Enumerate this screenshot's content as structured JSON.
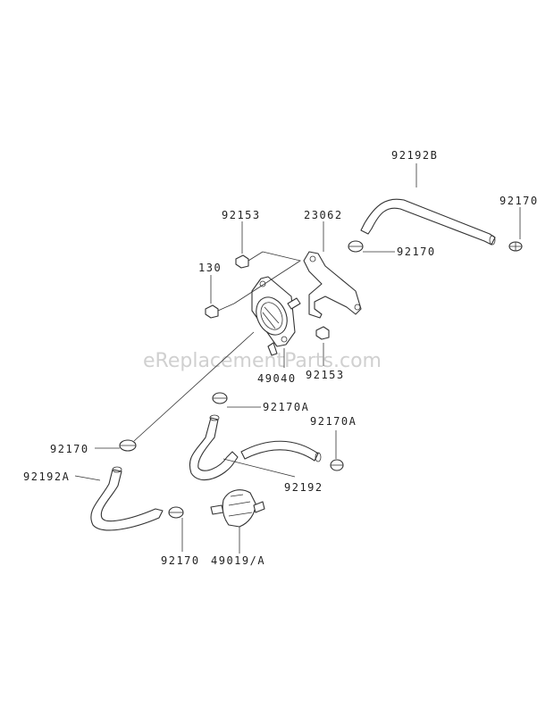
{
  "watermark": "eReplacementParts.com",
  "labels": {
    "p92192B": "92192B",
    "p92170_top": "92170",
    "p92153_top": "92153",
    "p23062": "23062",
    "p92170_mid": "92170",
    "p130": "130",
    "p92153_mid": "92153",
    "p49040": "49040",
    "p92170A_a": "92170A",
    "p92170A_b": "92170A",
    "p92170_left": "92170",
    "p92192A": "92192A",
    "p92192": "92192",
    "p92170_bottom": "92170",
    "p49019A": "49019/A"
  }
}
